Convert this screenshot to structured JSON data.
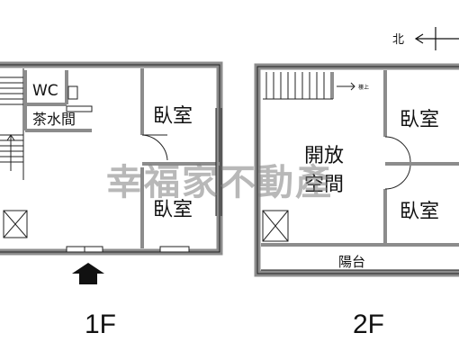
{
  "watermark": "幸福家不動產",
  "compass": {
    "label": "北"
  },
  "floor1": {
    "caption": "1F",
    "rooms": {
      "wc": "WC",
      "tea": "茶水間",
      "bed_top": "臥室",
      "bed_bottom": "臥室"
    }
  },
  "floor2": {
    "caption": "2F",
    "rooms": {
      "open_line1": "開放",
      "open_line2": "空間",
      "bed_top": "臥室",
      "bed_bottom": "臥室",
      "balcony": "陽台"
    },
    "stair_note": "樓上"
  },
  "colors": {
    "wall": "#8c8c8c",
    "line": "#222222",
    "ink": "#111111"
  }
}
